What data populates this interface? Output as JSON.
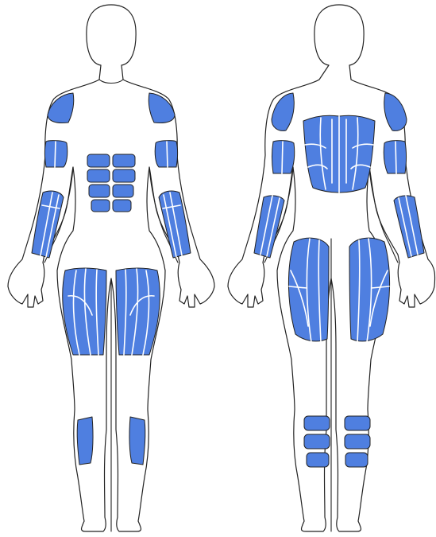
{
  "colors": {
    "highlight": "#4f7fe0",
    "outline": "#222222",
    "body": "#ffffff",
    "background": "#ffffff"
  },
  "views": [
    {
      "view": "front",
      "highlighted": [
        "shoulders",
        "biceps",
        "forearms",
        "abs",
        "quads",
        "tibialis"
      ]
    },
    {
      "view": "back",
      "highlighted": [
        "shoulders",
        "back",
        "triceps",
        "forearms",
        "hamstrings",
        "calves"
      ]
    }
  ]
}
